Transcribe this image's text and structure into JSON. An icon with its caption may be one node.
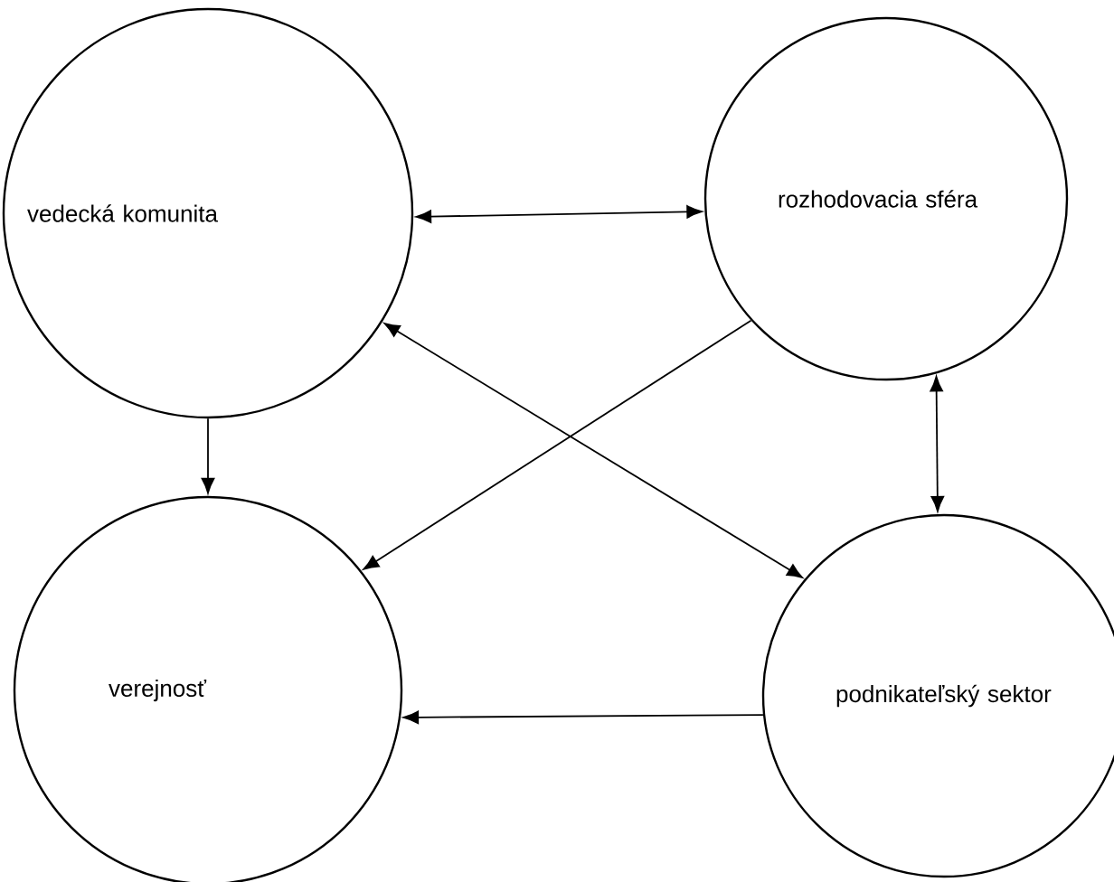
{
  "diagram": {
    "nodes": [
      {
        "text": [
          "vedecká komunita"
        ]
      },
      {
        "text": [
          "rozhodovacia sféra"
        ]
      },
      {
        "text": [
          "verejnosť"
        ]
      },
      {
        "text": [
          "podnikateľský sektor"
        ]
      }
    ],
    "edges": [
      {
        "from": 0,
        "to": 1,
        "arrow": "both"
      },
      {
        "from": 0,
        "to": 2,
        "arrow": "to"
      },
      {
        "from": 0,
        "to": 3,
        "arrow": "both"
      },
      {
        "from": 1,
        "to": 2,
        "arrow": "to"
      },
      {
        "from": 1,
        "to": 3,
        "arrow": "both"
      },
      {
        "from": 3,
        "to": 2,
        "arrow": "to"
      }
    ]
  }
}
